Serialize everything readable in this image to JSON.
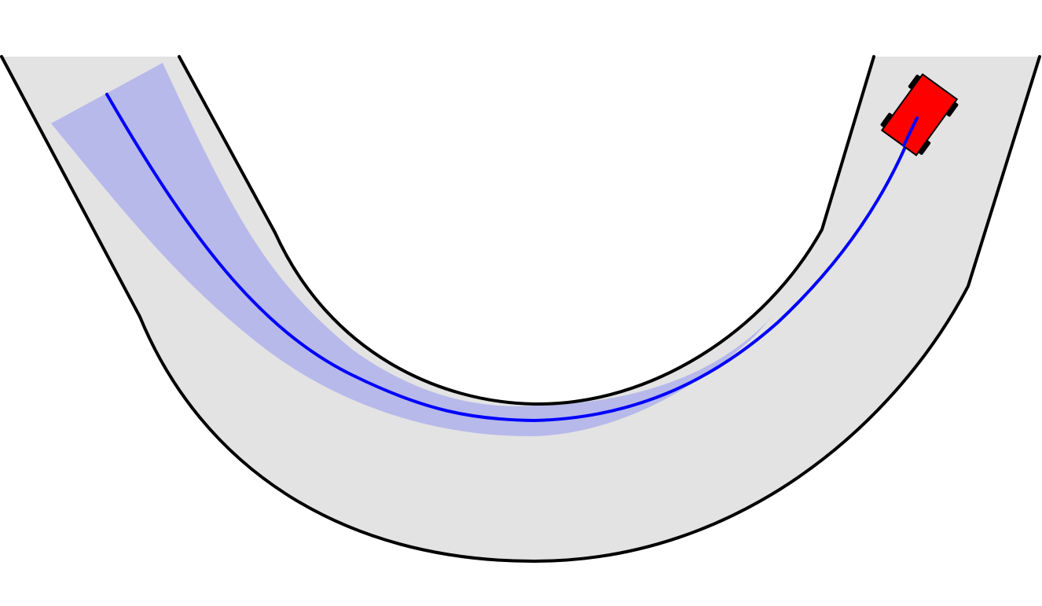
{
  "diagram": {
    "elements": [
      {
        "id": "road",
        "kind": "u-shaped track segment"
      },
      {
        "id": "inner-edge",
        "kind": "track boundary"
      },
      {
        "id": "outer-edge",
        "kind": "track boundary"
      },
      {
        "id": "uncertainty-band",
        "kind": "shaded region around trajectory"
      },
      {
        "id": "trajectory",
        "kind": "planned path"
      },
      {
        "id": "car",
        "kind": "vehicle",
        "wheels": 4
      }
    ]
  },
  "colors": {
    "background": "#ffffff",
    "road_fill": "#e3e3e3",
    "road_edge": "#000000",
    "uncertainty_band": "#b7b9ea",
    "trajectory": "#0000ff",
    "car_body": "#ff0000",
    "car_wheel": "#000000"
  }
}
